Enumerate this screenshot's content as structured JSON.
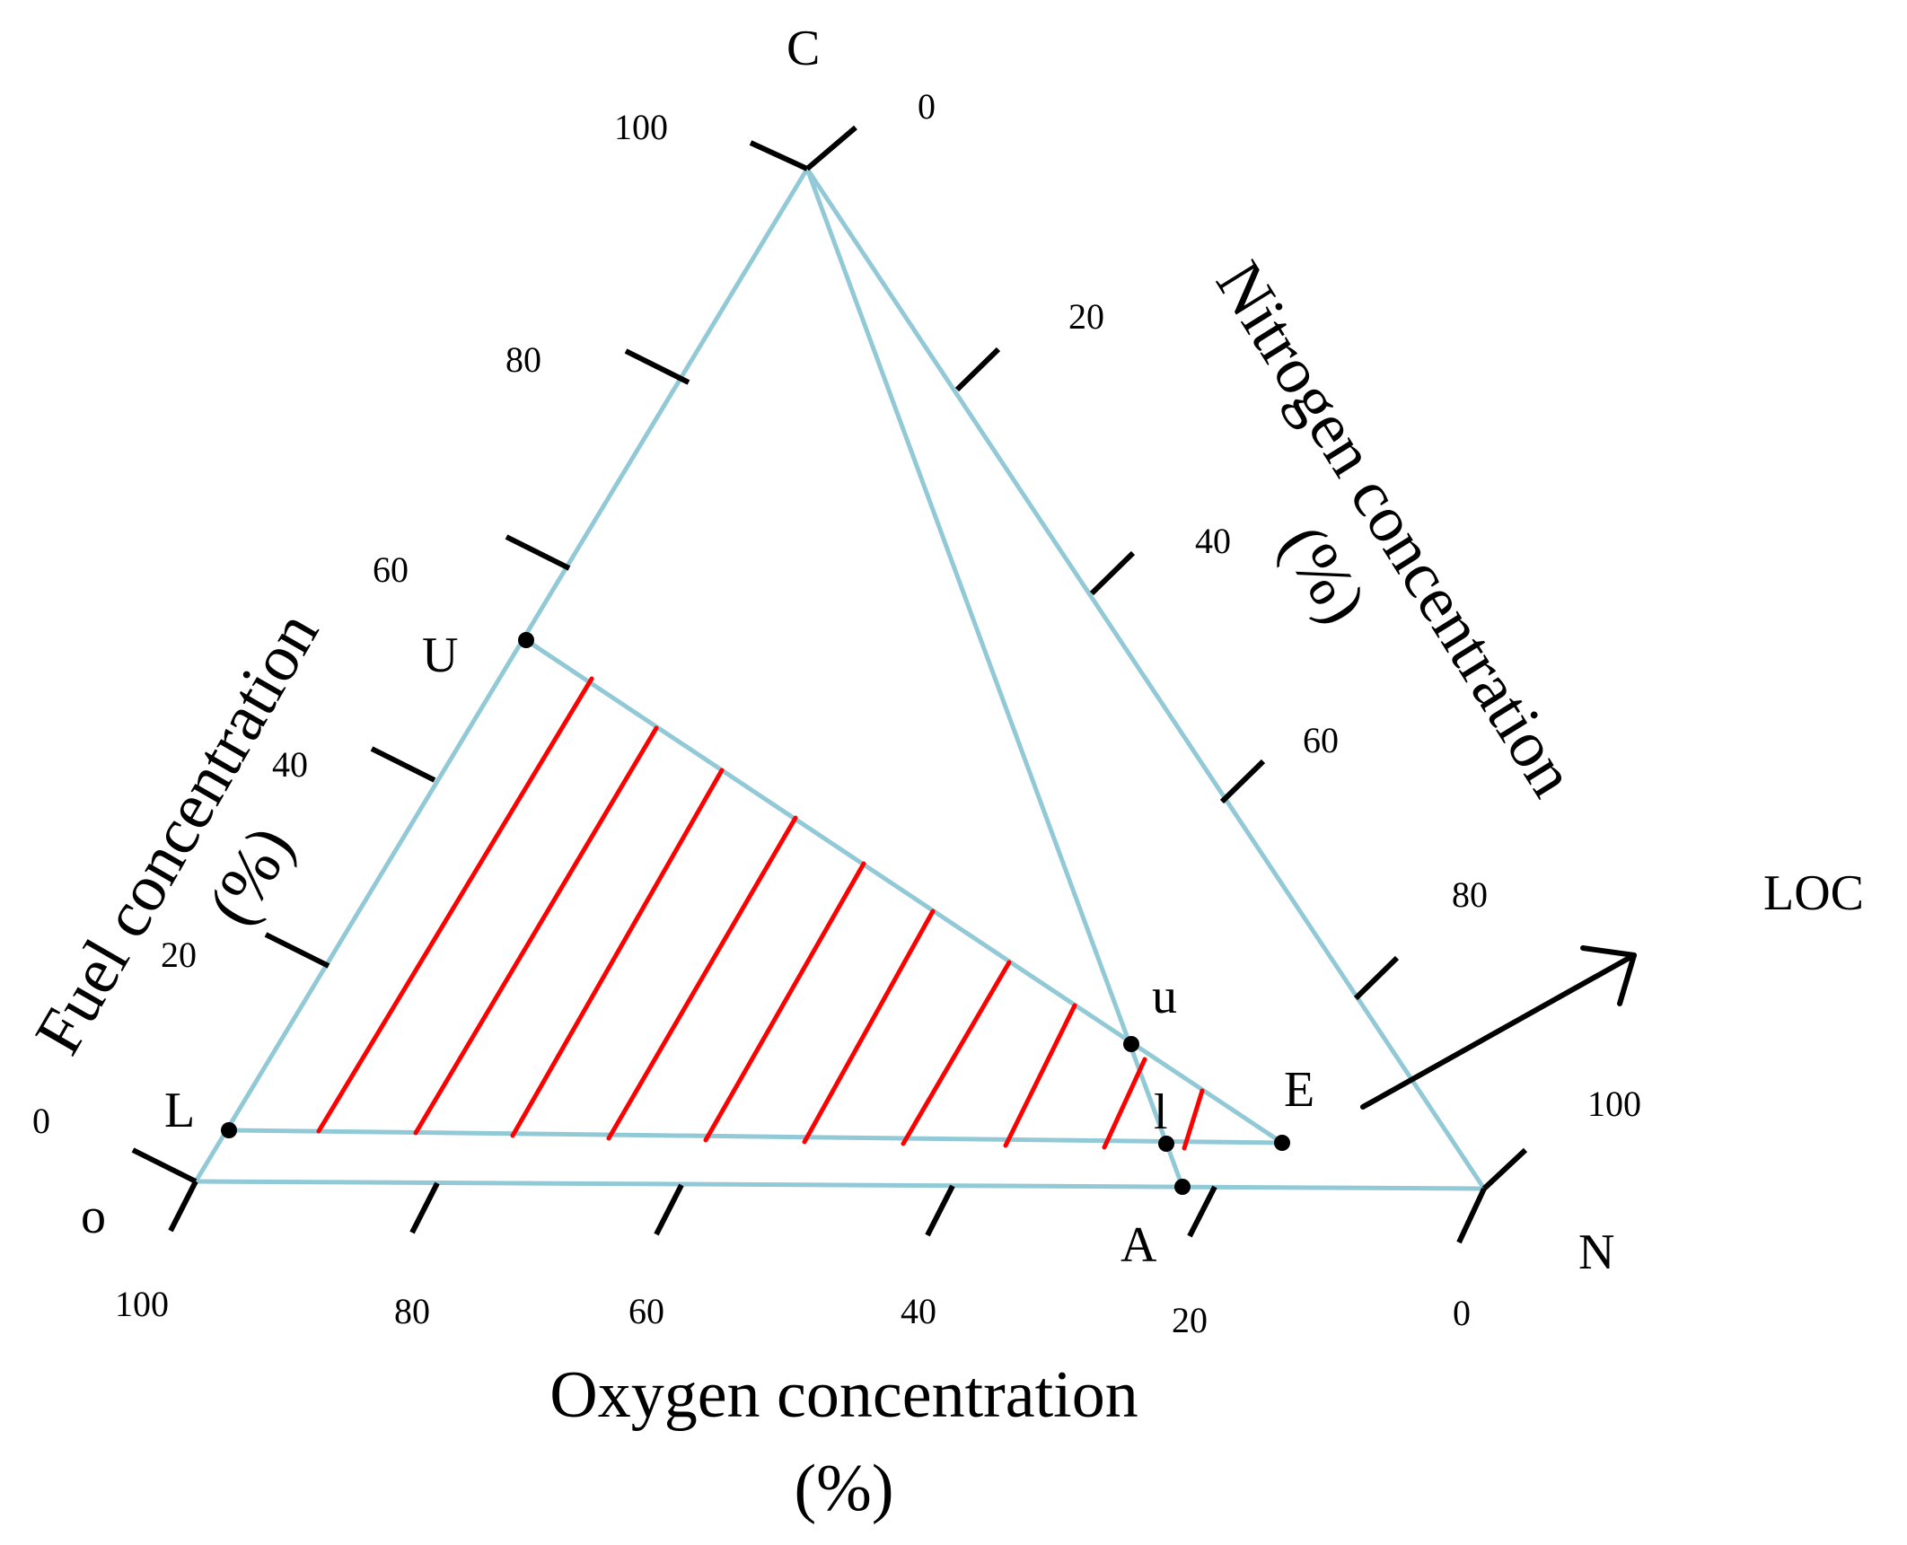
{
  "vertices": {
    "C": "C",
    "O": "o",
    "N": "N"
  },
  "points": {
    "U": "U",
    "L": "L",
    "u": "u",
    "l": "l",
    "E": "E",
    "A": "A"
  },
  "loc_label": "LOC",
  "axes": {
    "fuel": {
      "line1": "Fuel concentration",
      "line2": "(%)"
    },
    "nitrogen": {
      "line1": "Nitrogen concentration",
      "line2": "(%)"
    },
    "oxygen": {
      "line1": "Oxygen concentration",
      "line2": "(%)"
    }
  },
  "ticks": {
    "fuel": [
      "0",
      "20",
      "40",
      "60",
      "80",
      "100"
    ],
    "nitrogen": [
      "0",
      "20",
      "40",
      "60",
      "80",
      "100"
    ],
    "oxygen": [
      "100",
      "80",
      "60",
      "40",
      "20",
      "0"
    ]
  },
  "colors": {
    "triangle": "#92c9d6",
    "hatch": "#ff0000",
    "marks": "#000000"
  }
}
